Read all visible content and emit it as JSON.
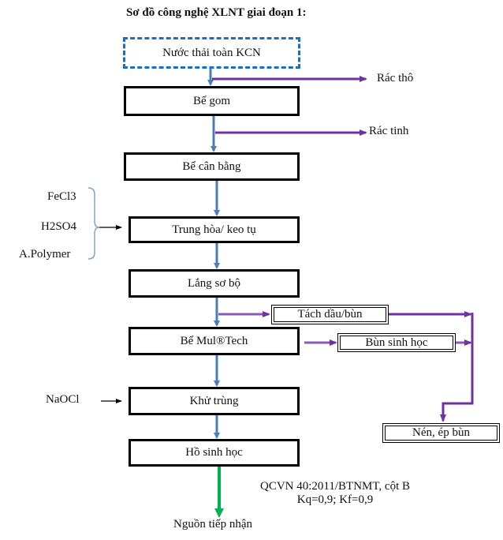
{
  "title": "Sơ đồ công nghệ XLNT giai đoạn 1:",
  "colors": {
    "flow": "#4a7ebb",
    "waste": "#7030a0",
    "discharge": "#00b050",
    "source_border": "#1a6fc2",
    "brace": "#7fa3d0"
  },
  "source": "Nước thải toàn KCN",
  "process_steps": [
    "Bể gom",
    "Bể cân bằng",
    "Trung hòa/ keo tụ",
    "Lắng sơ bộ",
    "Bể Mul®Tech",
    "Khử trùng",
    "Hồ sinh học"
  ],
  "waste_outputs": {
    "coarse_trash": "Rác thô",
    "fine_trash": "Rác tinh"
  },
  "sludge": {
    "oil_sludge_separation": "Tách dầu/bùn",
    "biological_sludge": "Bùn sinh học",
    "sludge_press": "Nén, ép bùn"
  },
  "chemicals_coagulation": [
    "FeCl3",
    "H2SO4",
    "A.Polymer"
  ],
  "chemical_disinfection": "NaOCl",
  "standard": {
    "line1": "QCVN 40:2011/BTNMT, cột B",
    "line2": "Kq=0,9; Kf=0,9"
  },
  "receiver": "Nguồn tiếp nhận"
}
